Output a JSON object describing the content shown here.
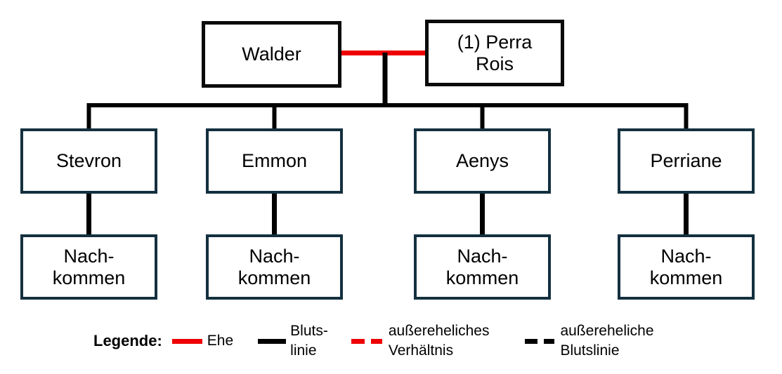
{
  "diagram": {
    "type": "family-tree",
    "nodes": {
      "walder": {
        "label": "Walder"
      },
      "perra": {
        "label": "(1) Perra\nRois"
      },
      "stevron": {
        "label": "Stevron"
      },
      "emmon": {
        "label": "Emmon"
      },
      "aenys": {
        "label": "Aenys"
      },
      "perriane": {
        "label": "Perriane"
      },
      "stevron_desc": {
        "label": "Nach-\nkommen"
      },
      "emmon_desc": {
        "label": "Nach-\nkommen"
      },
      "aenys_desc": {
        "label": "Nach-\nkommen"
      },
      "perriane_desc": {
        "label": "Nach-\nkommen"
      }
    },
    "edges": [
      {
        "from": "Walder",
        "to": "(1) Perra Rois",
        "type": "Ehe"
      },
      {
        "from": "Walder + (1) Perra Rois",
        "to": "Stevron",
        "type": "Blutslinie"
      },
      {
        "from": "Walder + (1) Perra Rois",
        "to": "Emmon",
        "type": "Blutslinie"
      },
      {
        "from": "Walder + (1) Perra Rois",
        "to": "Aenys",
        "type": "Blutslinie"
      },
      {
        "from": "Walder + (1) Perra Rois",
        "to": "Perriane",
        "type": "Blutslinie"
      },
      {
        "from": "Stevron",
        "to": "Nachkommen",
        "type": "Blutslinie"
      },
      {
        "from": "Emmon",
        "to": "Nachkommen",
        "type": "Blutslinie"
      },
      {
        "from": "Aenys",
        "to": "Nachkommen",
        "type": "Blutslinie"
      },
      {
        "from": "Perriane",
        "to": "Nachkommen",
        "type": "Blutslinie"
      }
    ]
  },
  "legend": {
    "title": "Legende:",
    "items": [
      {
        "label": "Ehe",
        "line": "solid",
        "color": "#ee0000"
      },
      {
        "label": "Bluts-\nlinie",
        "line": "solid",
        "color": "#000000"
      },
      {
        "label": "außereheliches\nVerhältnis",
        "line": "dashed",
        "color": "#ee0000"
      },
      {
        "label": "außereheliche\nBlutslinie",
        "line": "dashed",
        "color": "#000000"
      }
    ]
  },
  "colors": {
    "background": "#ffffff",
    "text": "#000000",
    "marriage_line": "#ee0000",
    "blood_line": "#000000",
    "parent_box_border": "#0b0b0b",
    "child_box_border": "#14303f"
  }
}
